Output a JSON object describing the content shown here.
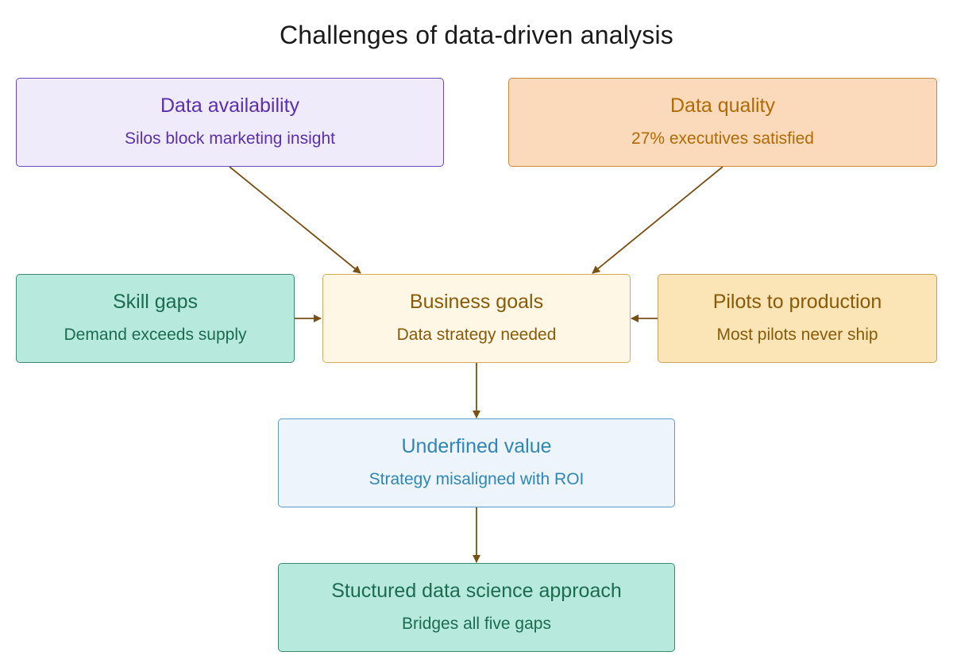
{
  "title": "Challenges of data-driven analysis",
  "nodes": {
    "data_availability": {
      "name": "Data availability",
      "sub": "Silos block marketing insight",
      "fill": "#efebfb",
      "stroke": "#6a4bbd",
      "text": "#5a2fb0"
    },
    "data_quality": {
      "name": "Data quality",
      "sub": "27% executives satisfied",
      "fill": "#fadabb",
      "stroke": "#c98a3f",
      "text": "#b26a05"
    },
    "skill_gaps": {
      "name": "Skill gaps",
      "sub": "Demand exceeds supply",
      "fill": "#b7eadd",
      "stroke": "#3c8a6e",
      "text": "#1b6b4f"
    },
    "business_goals": {
      "name": "Business goals",
      "sub": "Data strategy needed",
      "fill": "#fff7e6",
      "stroke": "#d9a95a",
      "text": "#8a5a07"
    },
    "pilots_to_production": {
      "name": "Pilots to production",
      "sub": "Most pilots never ship",
      "fill": "#fbe4b6",
      "stroke": "#c9a15a",
      "text": "#8a5a07"
    },
    "undefined_value": {
      "name": "Underfined value",
      "sub": "Strategy misaligned with ROI",
      "fill": "#edf4fc",
      "stroke": "#5a9ccc",
      "text": "#2f86b8"
    },
    "structured_approach": {
      "name": "Stuctured data science approach",
      "sub": "Bridges all five gaps",
      "fill": "#b7eadd",
      "stroke": "#3c8a6e",
      "text": "#1b6b4f"
    }
  },
  "edge_color": "#7a4f12",
  "edges": [
    {
      "from": "data_availability",
      "to": "business_goals"
    },
    {
      "from": "data_quality",
      "to": "business_goals"
    },
    {
      "from": "skill_gaps",
      "to": "business_goals"
    },
    {
      "from": "pilots_to_production",
      "to": "business_goals"
    },
    {
      "from": "business_goals",
      "to": "undefined_value"
    },
    {
      "from": "undefined_value",
      "to": "structured_approach"
    }
  ]
}
